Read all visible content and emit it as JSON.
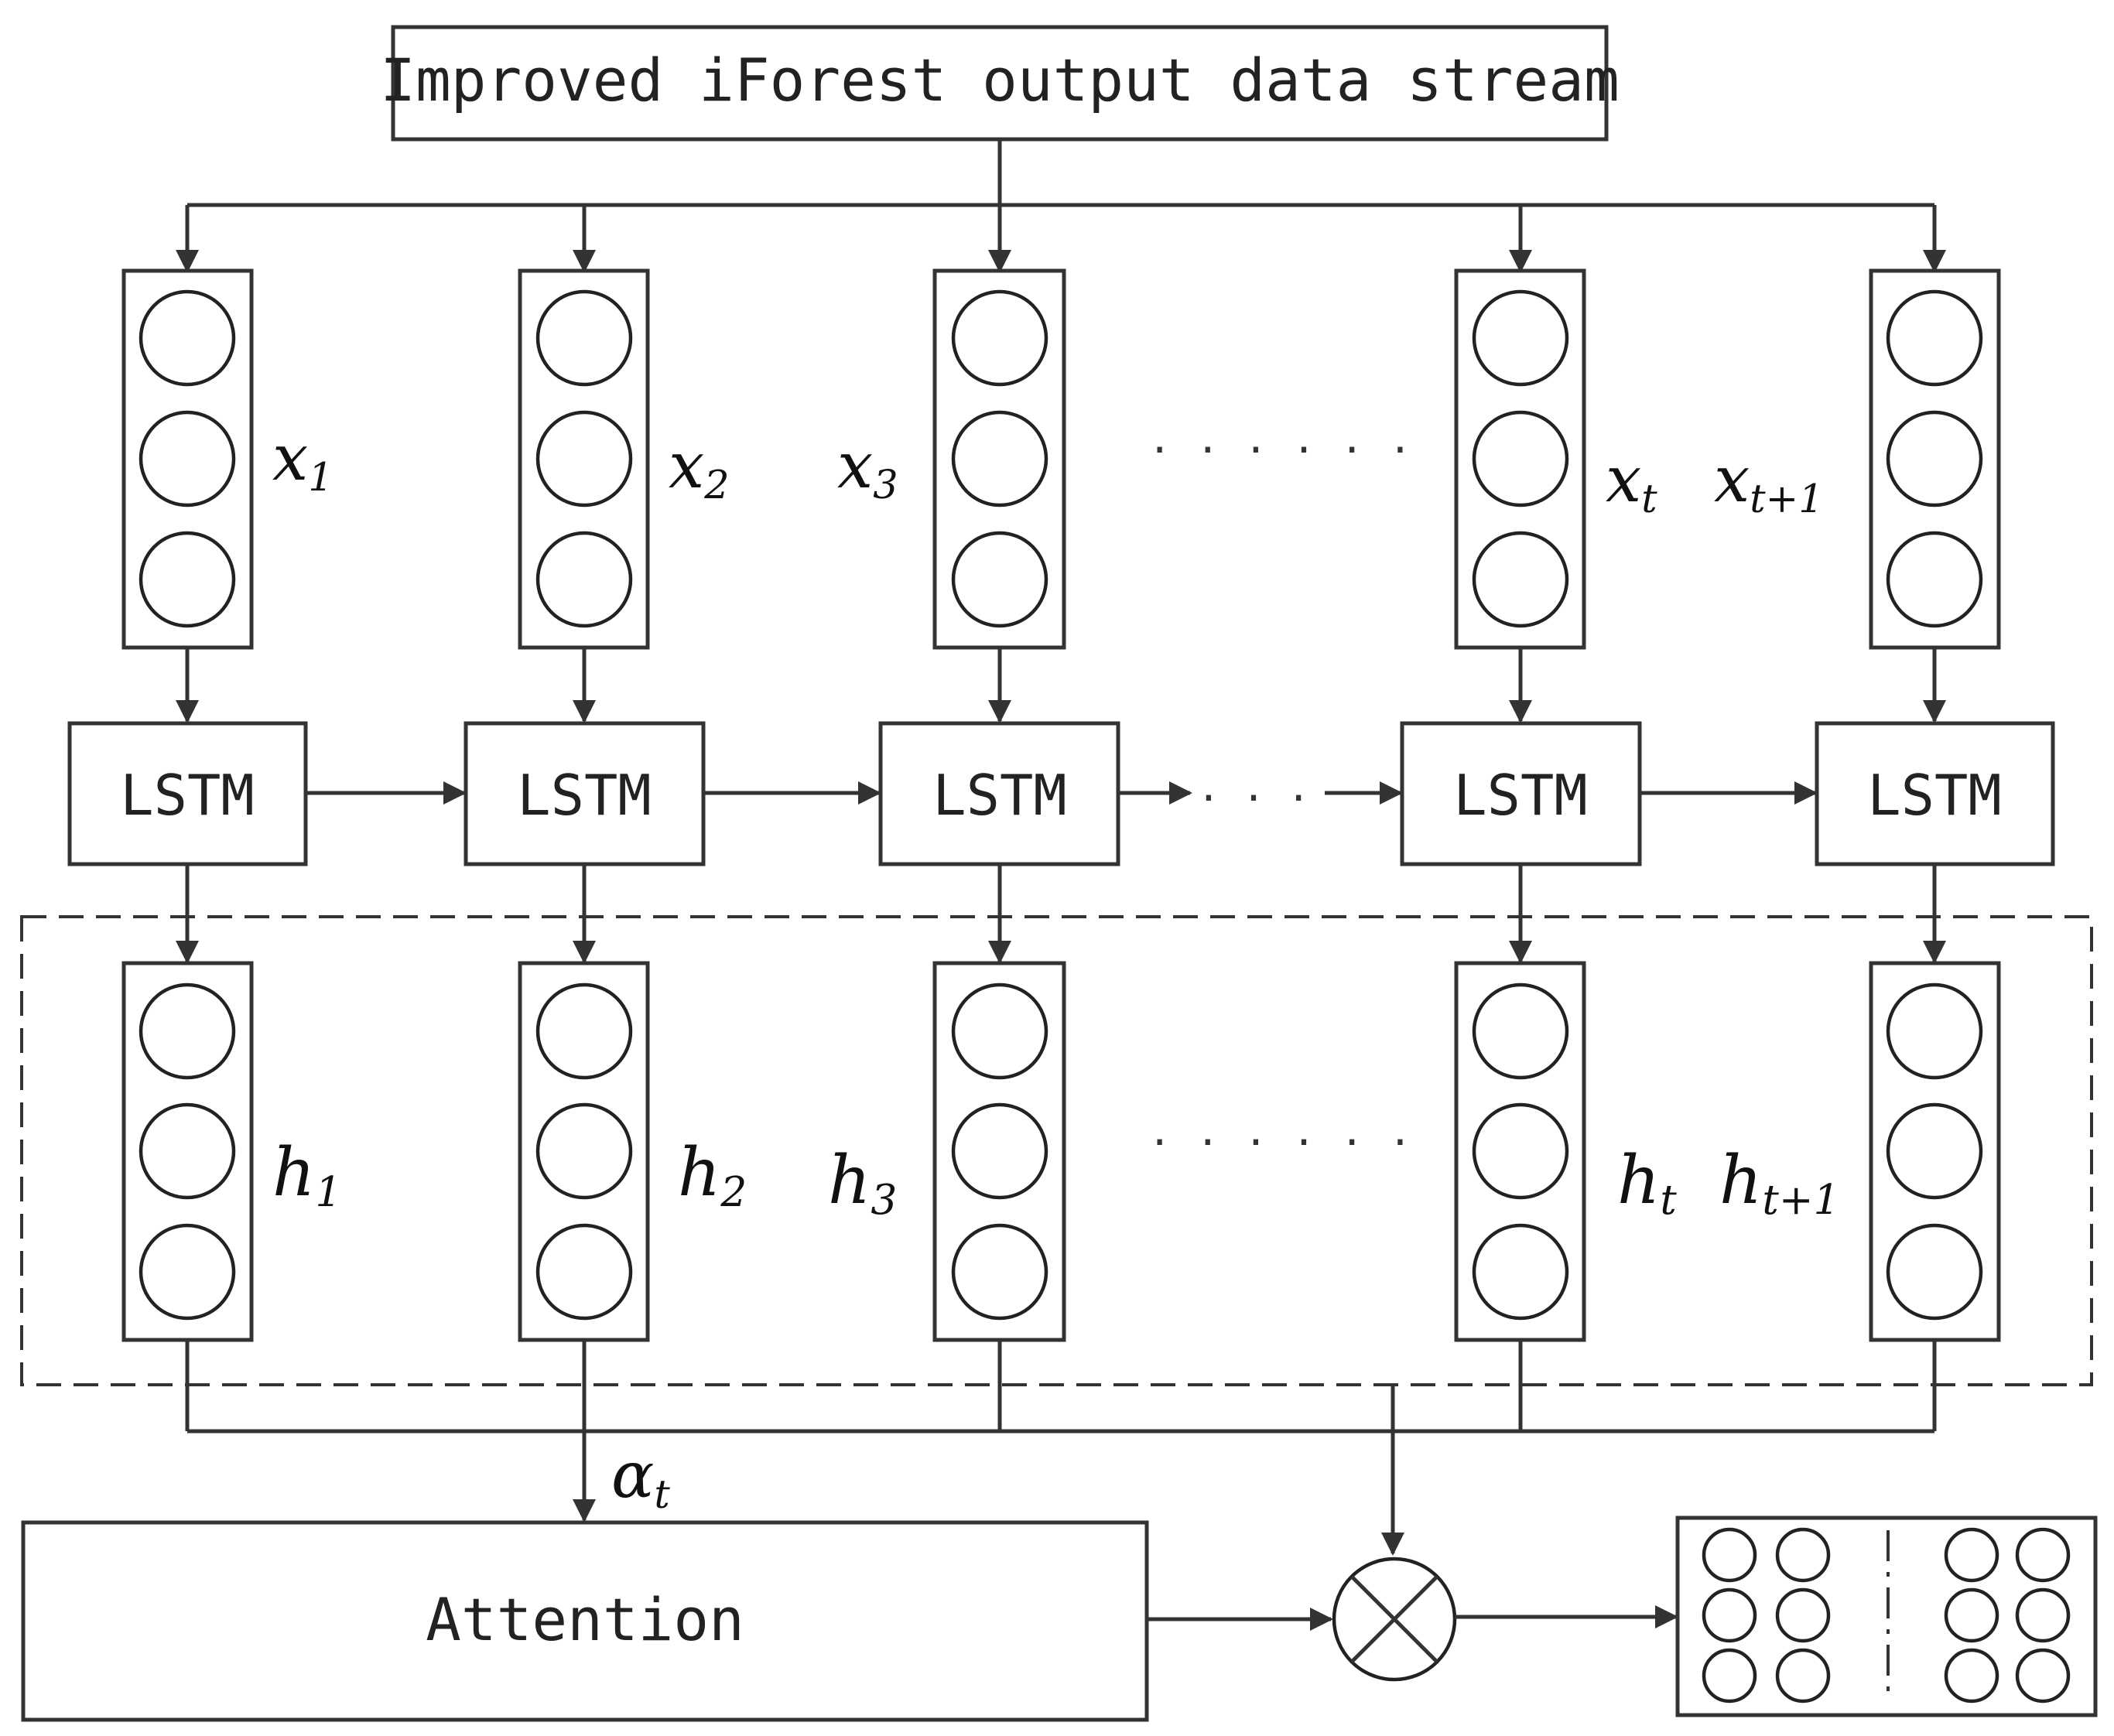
{
  "title_box": {
    "label": "Improved iForest output data stream"
  },
  "columns": [
    {
      "x_var": "x",
      "x_sub": "1",
      "h_var": "h",
      "h_sub": "1",
      "cell": "LSTM"
    },
    {
      "x_var": "x",
      "x_sub": "2",
      "h_var": "h",
      "h_sub": "2",
      "cell": "LSTM"
    },
    {
      "x_var": "x",
      "x_sub": "3",
      "h_var": "h",
      "h_sub": "3",
      "cell": "LSTM"
    },
    {
      "x_var": "x",
      "x_sub": "t",
      "h_var": "h",
      "h_sub": "t",
      "cell": "LSTM"
    },
    {
      "x_var": "x",
      "x_sub": "t+1",
      "h_var": "h",
      "h_sub": "t+1",
      "cell": "LSTM"
    }
  ],
  "ellipsis": {
    "inputs": ". . . . . .",
    "lstm": ". . .",
    "hidden": ". . . . . ."
  },
  "alpha": {
    "var": "α",
    "sub": "t"
  },
  "attention": {
    "label": "Attention"
  },
  "multiply_symbol": "⊗",
  "colors": {
    "stroke": "#333333",
    "background": "#ffffff"
  }
}
